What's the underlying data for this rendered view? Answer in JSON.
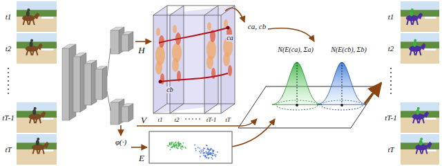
{
  "diagram": {
    "labels": [
      "t1",
      "t2",
      "tT-1",
      "tT",
      "H",
      "V",
      "φ(·)",
      "E",
      "t1",
      "t2",
      "tT-1",
      "tT",
      "ca",
      "cb",
      "ca, cb",
      "N(E(ca), Σa)",
      "N(E(cb), Σb)",
      "t1",
      "t2",
      "tT-1",
      "tT"
    ]
  }
}
